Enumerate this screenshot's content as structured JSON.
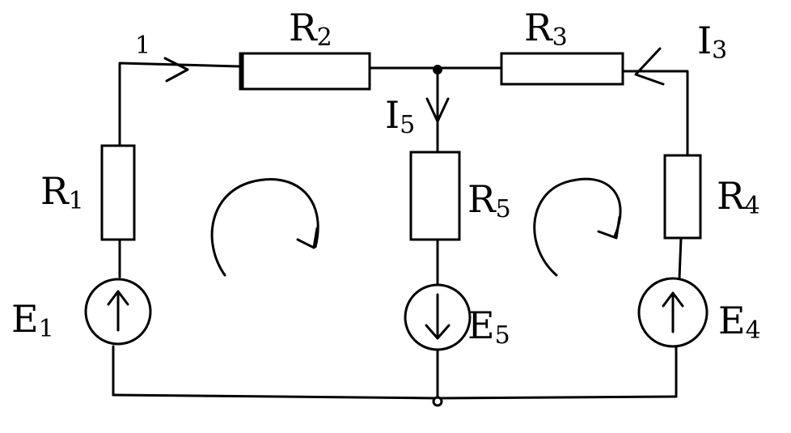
{
  "resistors": [
    {
      "id": "r1",
      "name": "R",
      "sub": "1"
    },
    {
      "id": "r2",
      "name": "R",
      "sub": "2"
    },
    {
      "id": "r3",
      "name": "R",
      "sub": "3"
    },
    {
      "id": "r4",
      "name": "R",
      "sub": "4"
    },
    {
      "id": "r5",
      "name": "R",
      "sub": "5"
    }
  ],
  "sources": [
    {
      "id": "e1",
      "name": "E",
      "sub": "1",
      "arrow_direction": "up"
    },
    {
      "id": "e4",
      "name": "E",
      "sub": "4",
      "arrow_direction": "up"
    },
    {
      "id": "e5",
      "name": "E",
      "sub": "5",
      "arrow_direction": "down"
    }
  ],
  "currents": [
    {
      "id": "i1",
      "label": "1"
    },
    {
      "id": "i3",
      "name": "I",
      "sub": "3"
    },
    {
      "id": "i5",
      "name": "I",
      "sub": "5"
    }
  ],
  "loops": [
    {
      "id": "left-loop",
      "direction": "clockwise"
    },
    {
      "id": "right-loop",
      "direction": "clockwise"
    }
  ]
}
